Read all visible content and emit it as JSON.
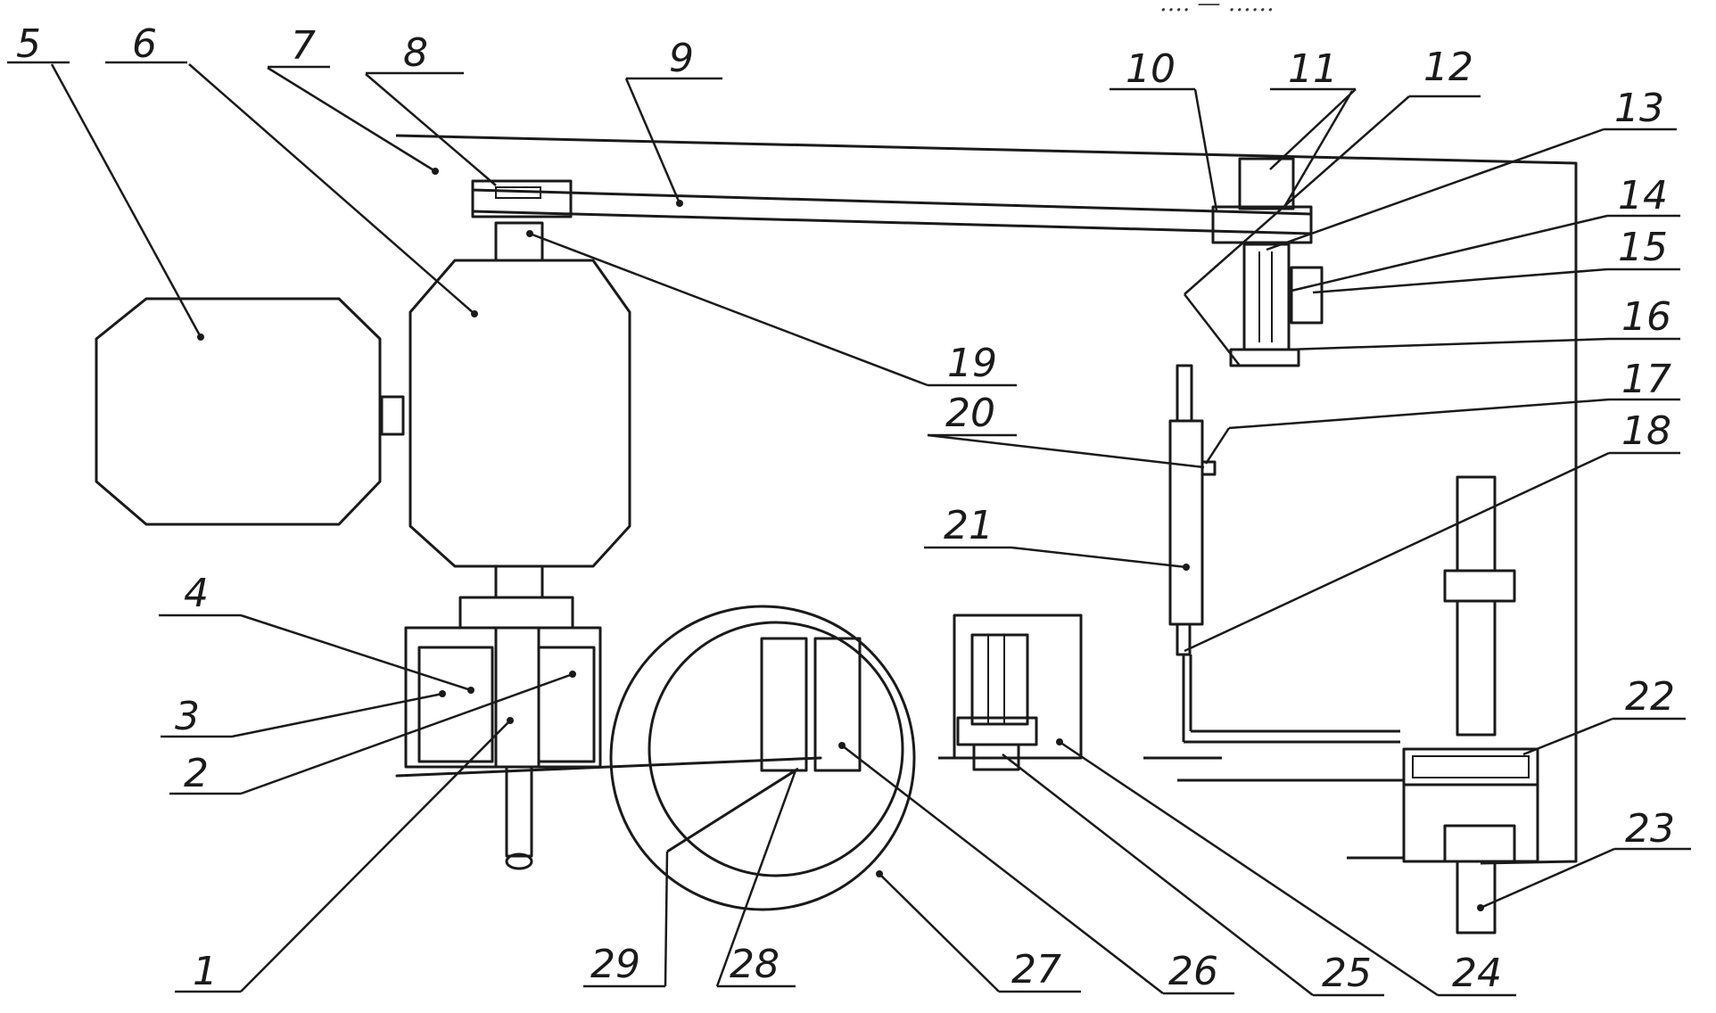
{
  "header_text": "…. — ……",
  "callouts": [
    "1",
    "2",
    "3",
    "4",
    "5",
    "6",
    "7",
    "8",
    "9",
    "10",
    "11",
    "12",
    "13",
    "14",
    "15",
    "16",
    "17",
    "18",
    "19",
    "20",
    "21",
    "22",
    "23",
    "24",
    "25",
    "26",
    "27",
    "28",
    "29"
  ]
}
